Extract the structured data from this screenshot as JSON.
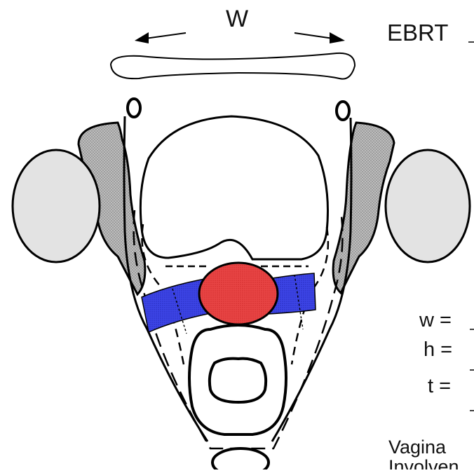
{
  "diagram": {
    "labels": {
      "width_symbol": "W",
      "ebrt": "EBRT",
      "w_eq": "w =",
      "h_eq": "h =",
      "t_eq": "t =",
      "vagina": "Vagina",
      "involvement_partial": "Involven"
    },
    "colors": {
      "tumor": "#e63a3a",
      "parametrium": "#2f36d8",
      "outline": "#000000",
      "femoral_head": "#e3e3e3",
      "pelvic_bone": "#9a9a9a"
    }
  }
}
